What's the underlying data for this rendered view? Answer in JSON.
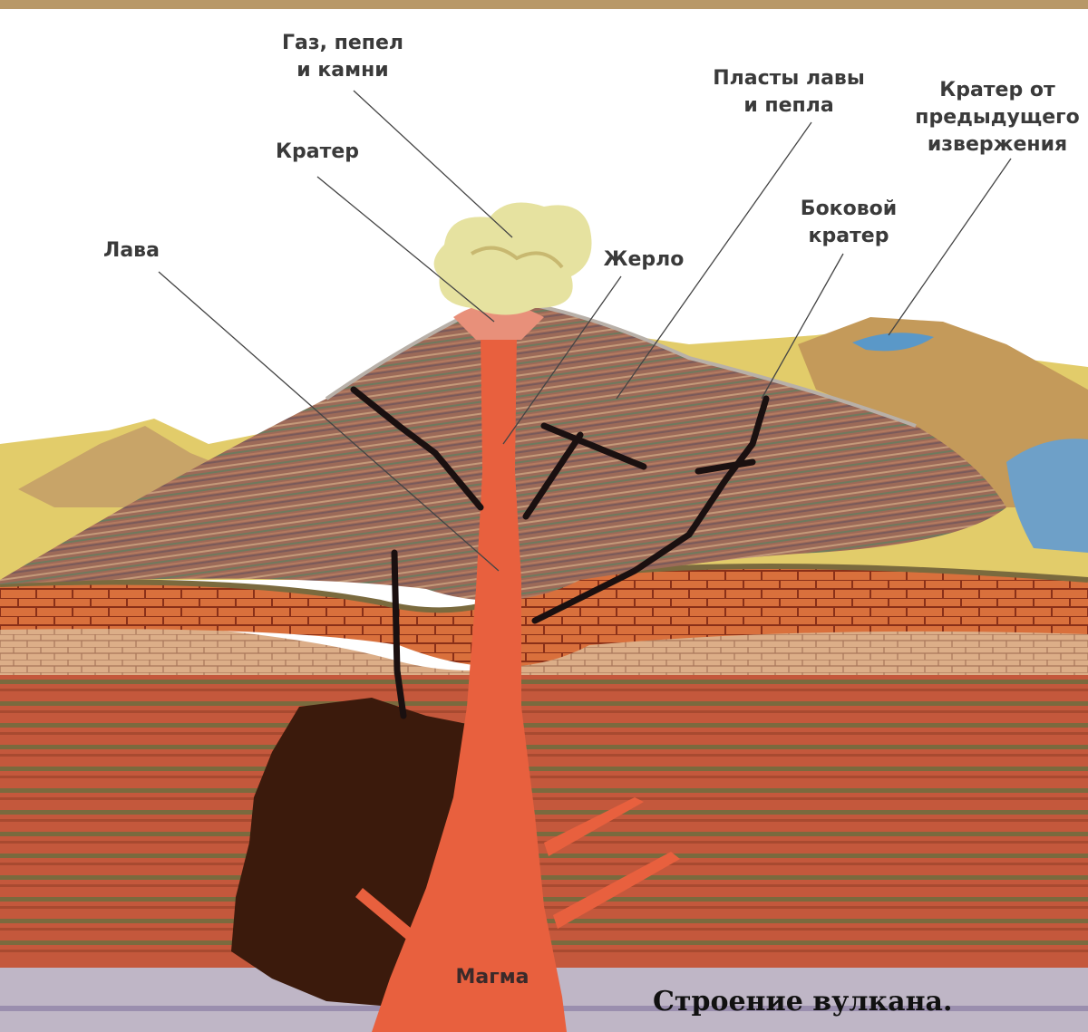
{
  "labels": {
    "gas": [
      "Газ, пепел",
      "и камни"
    ],
    "crater": "Кратер",
    "lava": "Лава",
    "vent": "Жерло",
    "layers": [
      "Пласты лавы",
      "и пепла"
    ],
    "prev_crater": [
      "Кратер от",
      "предыдущего",
      "извержения"
    ],
    "side_crater": [
      "Боковой",
      "кратер"
    ],
    "magma": "Магма"
  },
  "caption": "Строение вулкана.",
  "colors": {
    "frame": "#b89868",
    "magma": "#e8603e",
    "lava_dark": "#3b1a0c",
    "crust_red": "#c4583c",
    "crust_green": "#6e6a3c",
    "brick": "#d9703c",
    "light_stone": "#d8a882",
    "cone": "#9c6a58",
    "sky_land": "#e2cc6a",
    "lake": "#5a98c8",
    "smoke": "#e6e2a0",
    "label_text": "#3a3a3a"
  }
}
